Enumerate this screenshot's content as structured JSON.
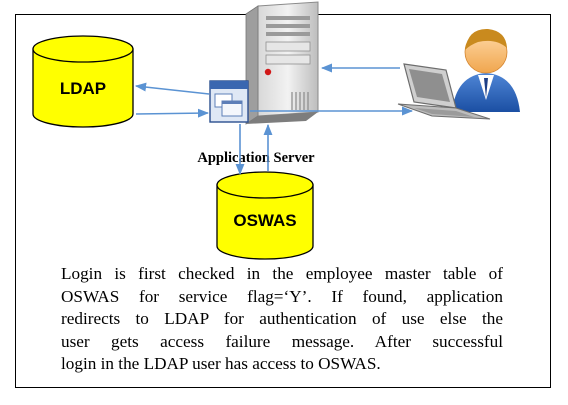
{
  "nodes": {
    "ldap": "LDAP",
    "oswas": "OSWAS",
    "app_server": "Application Server"
  },
  "description": {
    "lines": [
      "Login is first checked in the employee master table of",
      "OSWAS for service flag=‘Y’. If found, application",
      "redirects to LDAP for authentication of use else the",
      "user gets access failure message. After successful",
      "login in the LDAP user has access to OSWAS."
    ]
  },
  "colors": {
    "database_fill": "#ffff00",
    "arrow": "#5b93d3",
    "border": "#000000"
  },
  "icons": {
    "server": "server-tower-icon",
    "application": "application-window-icon",
    "user": "user-with-laptop-icon"
  }
}
